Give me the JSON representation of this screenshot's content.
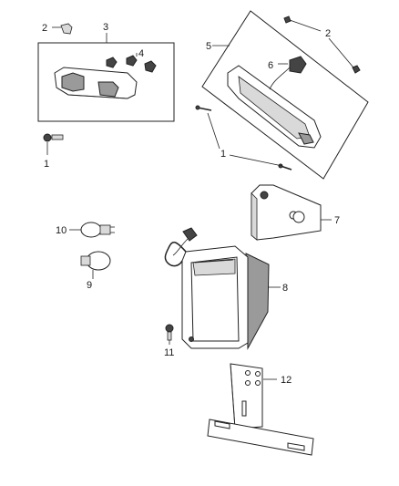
{
  "callouts": {
    "c1a": "1",
    "c1b": "1",
    "c2a": "2",
    "c2b": "2",
    "c3": "3",
    "c4": "4",
    "c5": "5",
    "c6": "6",
    "c7": "7",
    "c8": "8",
    "c9": "9",
    "c10": "10",
    "c11": "11",
    "c12": "12"
  }
}
